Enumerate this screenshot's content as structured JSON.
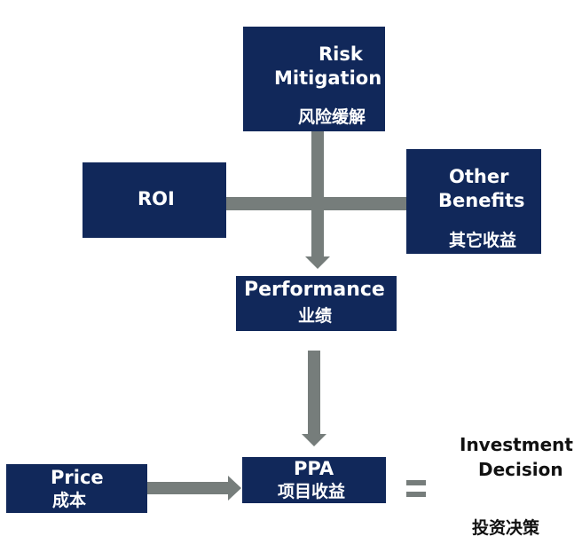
{
  "diagram": {
    "risk": {
      "line1": "Risk",
      "line2": "Mitigation",
      "zh": "风险缓解"
    },
    "roi": {
      "label": "ROI"
    },
    "other": {
      "line1": "Other",
      "line2": "Benefits",
      "zh": "其它收益"
    },
    "performance": {
      "label": "Performance",
      "zh": "业绩"
    },
    "price": {
      "label": "Price",
      "zh": "成本"
    },
    "ppa": {
      "label": "PPA",
      "zh": "项目收益"
    },
    "equals": "=",
    "decision": {
      "line1": "Investment",
      "line2": "Decision",
      "zh": "投资决策"
    }
  },
  "colors": {
    "box": "#11285a",
    "arrow": "#767d7b",
    "text_on_box": "#ffffff",
    "text_dark": "#111111"
  }
}
